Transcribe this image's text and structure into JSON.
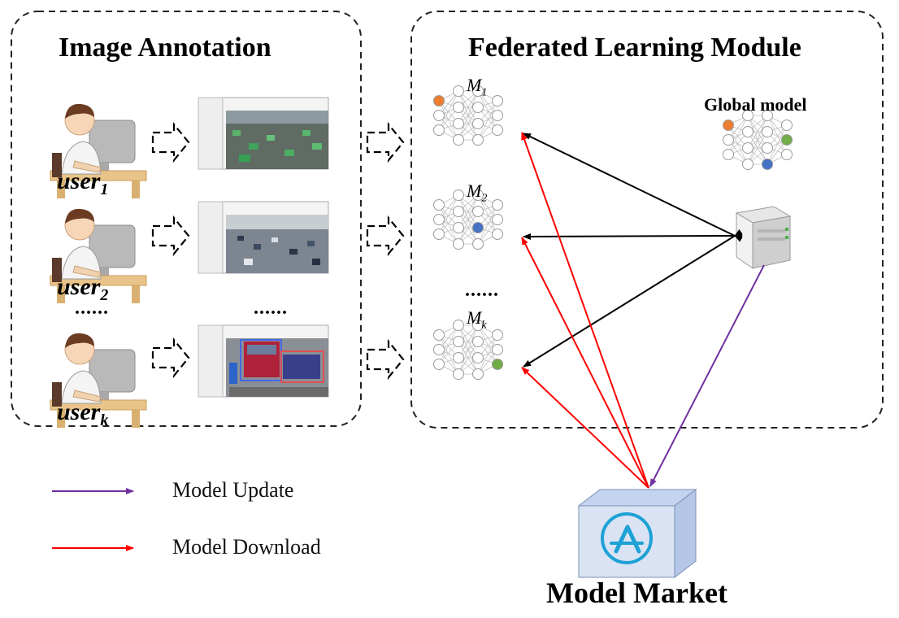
{
  "annotation_panel": {
    "title": "Image Annotation",
    "users": [
      {
        "name": "user",
        "subscript": "1"
      },
      {
        "name": "user",
        "subscript": "2"
      },
      {
        "name": "user",
        "subscript": "k"
      }
    ],
    "user_ellipsis": "......",
    "image_ellipsis": "......"
  },
  "fl_panel": {
    "title": "Federated Learning Module",
    "models": [
      {
        "name": "M",
        "subscript": "1"
      },
      {
        "name": "M",
        "subscript": "2"
      },
      {
        "name": "M",
        "subscript": "k"
      }
    ],
    "model_ellipsis": "......",
    "global_model_label": "Global model"
  },
  "legend": {
    "update_label": "Model Update",
    "download_label": "Model Download"
  },
  "market": {
    "label": "Model Market"
  },
  "colors": {
    "update_arrow": "#7030a0",
    "download_arrow": "#ff0000",
    "sync_arrow": "#000000",
    "node_orange": "#ed7d31",
    "node_blue": "#4472c4",
    "node_green": "#70ad47",
    "market_front": "#dae3f3",
    "market_side": "#b4c7e7",
    "app_icon": "#1da1d6"
  }
}
